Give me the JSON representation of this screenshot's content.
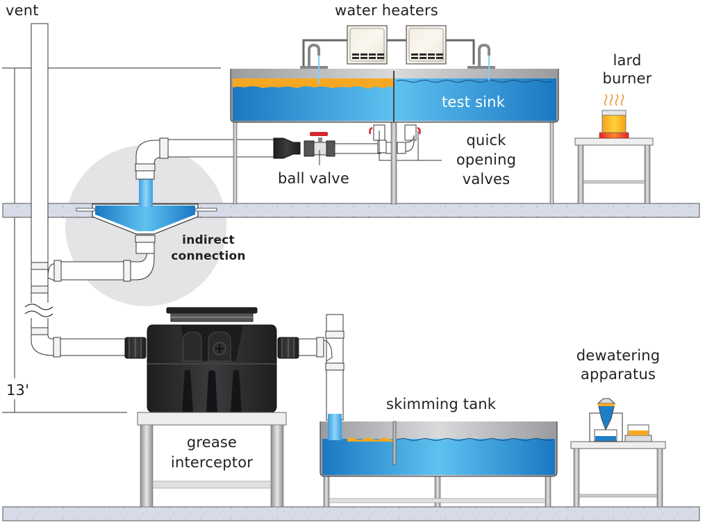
{
  "diagram": {
    "title": "Grease interceptor test setup",
    "labels": {
      "vent": "vent",
      "water_heaters": "water heaters",
      "lard_burner_1": "lard",
      "lard_burner_2": "burner",
      "test_sink": "test sink",
      "quick_opening_valves_1": "quick",
      "quick_opening_valves_2": "opening",
      "quick_opening_valves_3": "valves",
      "ball_valve": "ball valve",
      "indirect_connection_1": "indirect",
      "indirect_connection_2": "connection",
      "height_dimension": "13'",
      "grease_interceptor_1": "grease",
      "grease_interceptor_2": "interceptor",
      "skimming_tank": "skimming tank",
      "dewatering_apparatus_1": "dewatering",
      "dewatering_apparatus_2": "apparatus"
    },
    "colors": {
      "water": "#1e7fc8",
      "water_light": "#5bc0ee",
      "grease": "#f7a823",
      "steel": "#b8b9bb",
      "concrete": "#d8dce8",
      "interceptor": "#2b2b2d",
      "valve_handle": "#d6262e",
      "highlight_circle": "#e4e4e6"
    }
  }
}
